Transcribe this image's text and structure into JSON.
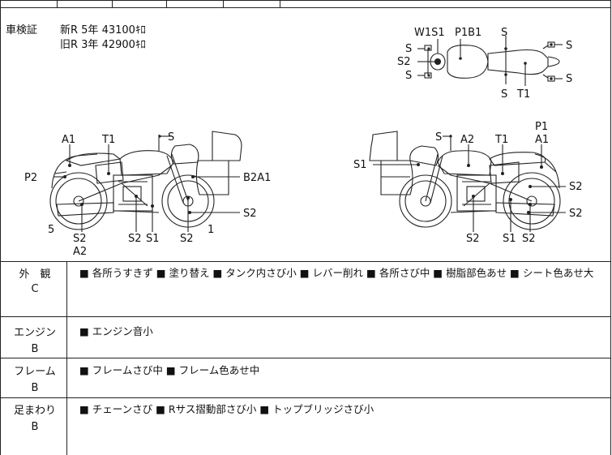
{
  "inspection": {
    "label": "車検証",
    "new_line": "新R 5年 43100ｷﾛ",
    "old_line": "旧R 3年 42900ｷﾛ"
  },
  "diagram_labels": {
    "top": {
      "w1s1": "W1S1",
      "p1b1": "P1B1",
      "s_top": "S",
      "s_l1": "S",
      "s2_l": "S2",
      "s_l2": "S",
      "s_r1": "S",
      "s_r2": "S",
      "s_bot": "S",
      "t1": "T1"
    },
    "left": {
      "a1": "A1",
      "t1": "T1",
      "s_mirror": "S",
      "p2": "P2",
      "b2a1": "B2A1",
      "s2_right": "S2",
      "n5": "5",
      "s2_a": "S2",
      "a2": "A2",
      "s2_b": "S2",
      "s1": "S1",
      "s2_c": "S2",
      "n1": "1"
    },
    "right": {
      "p1": "P1",
      "a1": "A1",
      "s_mirror": "S",
      "a2": "A2",
      "t1": "T1",
      "s1": "S1",
      "s2_r1": "S2",
      "s2_r2": "S2",
      "s2_a": "S2",
      "s1_b": "S1",
      "s2_b": "S2"
    }
  },
  "categories": [
    {
      "name": "外　観",
      "grade": "C",
      "notes": "■ 各所うすきず ■ 塗り替え ■ タンク内さび小 ■ レバー削れ ■ 各所さび中 ■ 樹脂部色あせ ■ シート色あせ大"
    },
    {
      "name": "エンジン",
      "grade": "B",
      "notes": "■ エンジン音小"
    },
    {
      "name": "フレーム",
      "grade": "B",
      "notes": "■ フレームさび中 ■ フレーム色あせ中"
    },
    {
      "name": "足まわり",
      "grade": "B",
      "notes": "■ チェーンさび ■ Rサス摺動部さび小 ■ トップブリッジさび小"
    }
  ],
  "colors": {
    "line": "#222222",
    "fill": "#ffffff",
    "marker": "#222222"
  }
}
